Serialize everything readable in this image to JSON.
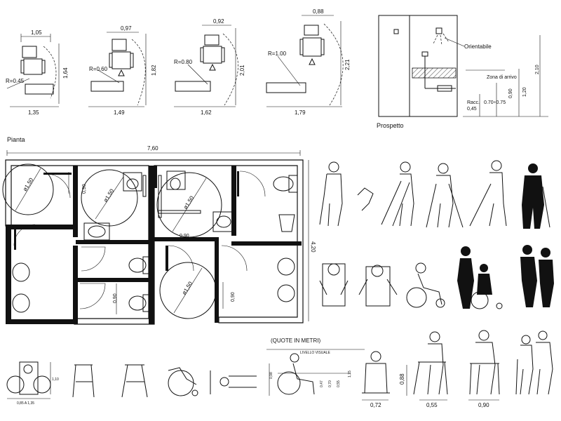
{
  "turning": [
    {
      "top": "1,05",
      "side": "1,64",
      "bottom": "1,35",
      "radius": "R=0.45"
    },
    {
      "top": "0,97",
      "side": "1,82",
      "bottom": "1,49",
      "radius": "R=0.60"
    },
    {
      "top": "0,92",
      "side": "2,01",
      "bottom": "1,62",
      "radius": "R=0.80"
    },
    {
      "top": "0,88",
      "side": "2,21",
      "bottom": "1,79",
      "radius": "R=1.00"
    }
  ],
  "elevation": {
    "title": "Prospetto",
    "orientabile": "Orientabile",
    "zona": "Zona di arrivo",
    "racc": "Racc.",
    "racc_val": "0,45",
    "range": "0.70÷0.75",
    "d090": "0,90",
    "d120": "1,20",
    "d210": "2,10"
  },
  "plan": {
    "title": "Pianta",
    "width": "7,60",
    "depth": "4,20",
    "diam": "ø1,50",
    "door1": "0,90",
    "door2": "0,90",
    "door3": "0,90",
    "door4": "0,90"
  },
  "note": "(QUOTE IN METRI)",
  "bottom": {
    "dim1": "0,85 A 1,35",
    "dim1b": "1,10",
    "livello": "LIVELLO VISUALE",
    "h1": "1,15",
    "h2": "0,70",
    "h3": "0,55",
    "h4": "0,47",
    "h5": "0,98",
    "w1": "0,72",
    "h6": "0,88",
    "w2": "0,55",
    "w3": "0,90"
  }
}
